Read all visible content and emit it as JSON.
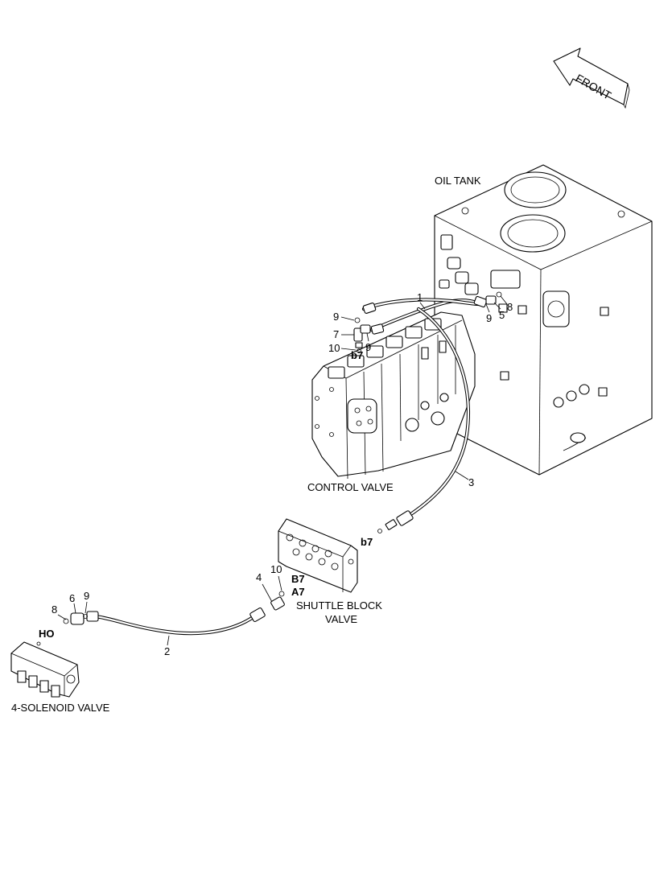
{
  "labels": {
    "front": "FRONT",
    "oil_tank": "OIL TANK",
    "control_valve": "CONTROL VALVE",
    "shuttle_block_line1": "SHUTTLE BLOCK",
    "shuttle_block_line2": "VALVE",
    "solenoid_valve": "4-SOLENOID VALVE"
  },
  "ports": {
    "b7_control": "b7",
    "b7_shuttle": "b7",
    "B7": "B7",
    "A7": "A7",
    "HO": "HO"
  },
  "callouts": {
    "c1": "1",
    "c2": "2",
    "c3": "3",
    "c4": "4",
    "c5": "5",
    "c6": "6",
    "c7": "7",
    "c8_right": "8",
    "c8_left": "8",
    "c9_top": "9",
    "c9_mid": "9",
    "c9_right": "9",
    "c9_left": "9",
    "c10_top": "10",
    "c10_mid": "10"
  }
}
